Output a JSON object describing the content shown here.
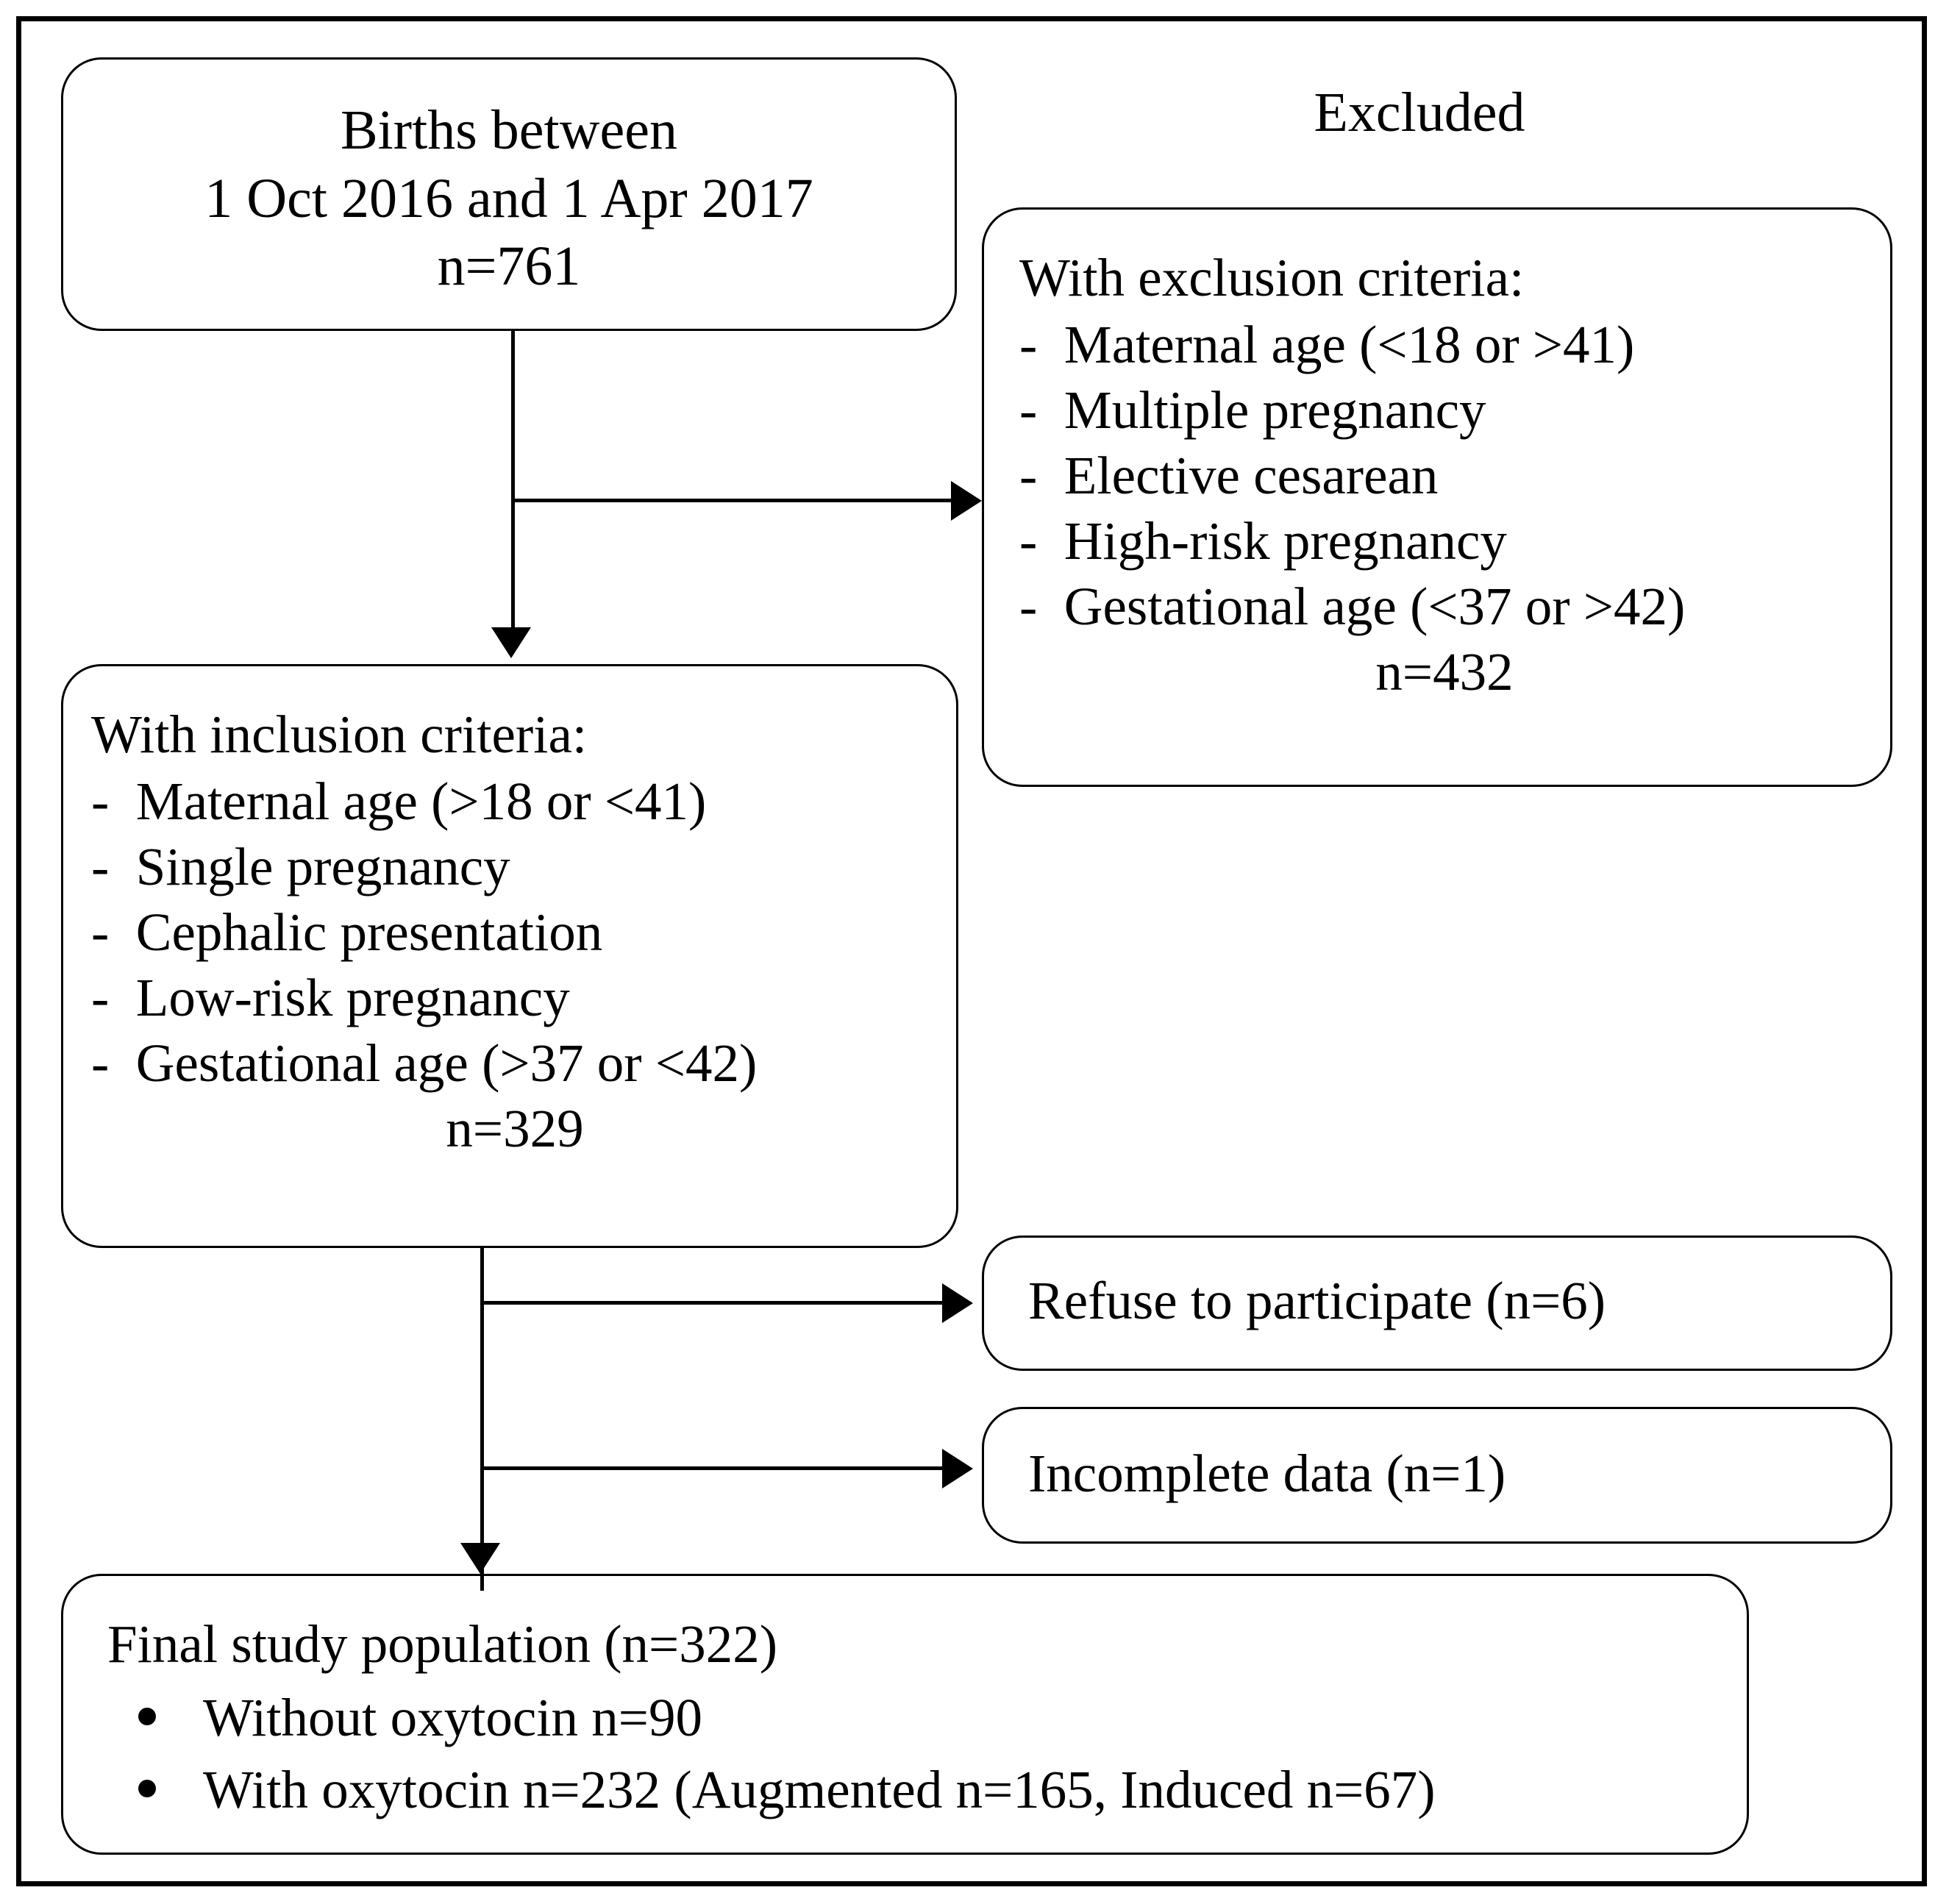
{
  "figure": {
    "type": "flowchart",
    "orientation": "top-to-bottom",
    "excluded_header": "Excluded"
  },
  "boxes": {
    "births": {
      "line1": "Births between",
      "line2": "1 Oct 2016 and 1 Apr 2017",
      "line3": "n=761"
    },
    "exclusion": {
      "heading": "With exclusion criteria:",
      "items": [
        "-  Maternal age (<18 or >41)",
        "-  Multiple pregnancy",
        "-  Elective cesarean",
        "-  High-risk pregnancy",
        "-  Gestational age (<37 or >42)"
      ],
      "n": "n=432"
    },
    "inclusion": {
      "heading": "With inclusion criteria:",
      "items": [
        "-  Maternal age (>18 or <41)",
        "-  Single pregnancy",
        "-  Cephalic presentation",
        "-  Low-risk pregnancy",
        "-  Gestational age (>37 or <42)"
      ],
      "n": "n=329"
    },
    "refuse": {
      "label": "Refuse to participate (n=6)"
    },
    "incomplete": {
      "label": "Incomplete data (n=1)"
    },
    "final": {
      "heading": "Final study population (n=322)",
      "bullet1": "Without oxytocin n=90",
      "bullet2": "With oxytocin n=232 (Augmented n=165, Induced n=67)"
    }
  },
  "counts": {
    "total_births": 761,
    "excluded": 432,
    "eligible": 329,
    "refused": 6,
    "incomplete_data": 1,
    "final_population": 322,
    "without_oxytocin": 90,
    "with_oxytocin": 232,
    "augmented": 165,
    "induced": 67
  },
  "colors": {
    "line": "#000000",
    "background": "#ffffff"
  }
}
